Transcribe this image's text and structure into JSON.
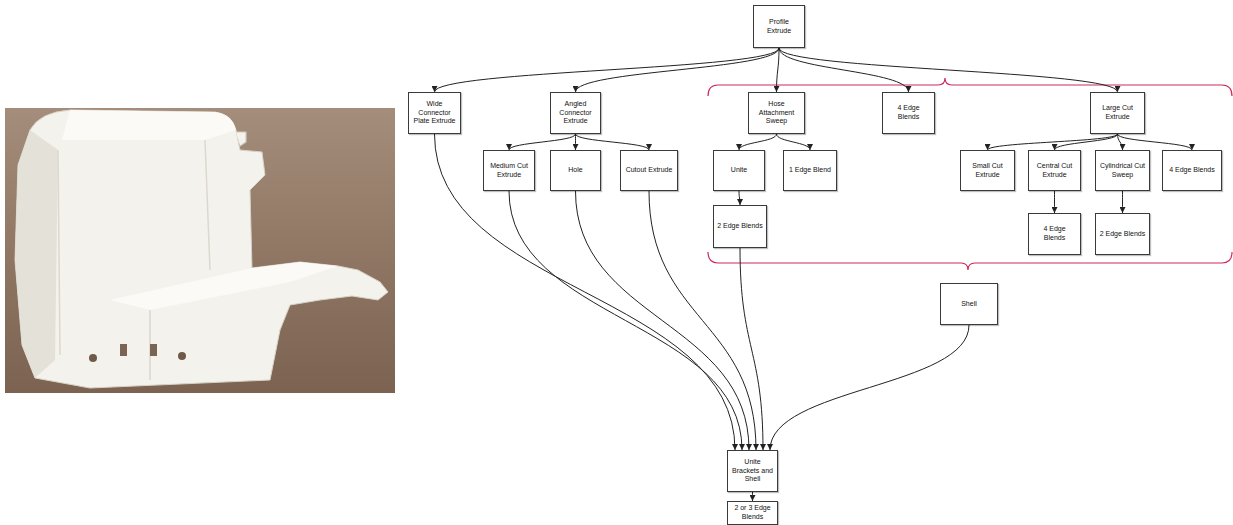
{
  "diagram": {
    "nodes": [
      {
        "text": [
          "Profile Extrude"
        ]
      },
      {
        "text": [
          "Wide Connector Plate Extrude"
        ]
      },
      {
        "text": [
          "Angled Connector Extrude"
        ]
      },
      {
        "text": [
          "Hose Attachment Sweep"
        ]
      },
      {
        "text": [
          "4 Edge Blends"
        ]
      },
      {
        "text": [
          "Large Cut Extrude"
        ]
      },
      {
        "text": [
          "Medium Cut Extrude"
        ]
      },
      {
        "text": [
          "Hole"
        ]
      },
      {
        "text": [
          "Cutout Extrude"
        ]
      },
      {
        "text": [
          "Unite"
        ]
      },
      {
        "text": [
          "1 Edge Blend"
        ]
      },
      {
        "text": [
          "2 Edge Blends"
        ]
      },
      {
        "text": [
          "Small Cut Extrude"
        ]
      },
      {
        "text": [
          "Central Cut Extrude"
        ]
      },
      {
        "text": [
          "Cylindrical Cut Sweep"
        ]
      },
      {
        "text": [
          "4 Edge Blends"
        ]
      },
      {
        "text": [
          "4 Edge Blends"
        ]
      },
      {
        "text": [
          "2 Edge Blends"
        ]
      },
      {
        "text": [
          "Shell"
        ]
      },
      {
        "text": [
          "Unite Brackets and Shell"
        ]
      },
      {
        "text": [
          "2 or 3 Edge Blends"
        ]
      }
    ],
    "edges": [
      {
        "from": 0,
        "to": 1,
        "arrow": "to"
      },
      {
        "from": 0,
        "to": 2,
        "arrow": "to"
      },
      {
        "from": 0,
        "to": 3,
        "arrow": "to"
      },
      {
        "from": 0,
        "to": 4,
        "arrow": "to"
      },
      {
        "from": 0,
        "to": 5,
        "arrow": "to"
      },
      {
        "from": 2,
        "to": 6,
        "arrow": "to"
      },
      {
        "from": 2,
        "to": 7,
        "arrow": "to"
      },
      {
        "from": 2,
        "to": 8,
        "arrow": "to"
      },
      {
        "from": 3,
        "to": 9,
        "arrow": "to"
      },
      {
        "from": 3,
        "to": 10,
        "arrow": "to"
      },
      {
        "from": 9,
        "to": 11,
        "arrow": "to"
      },
      {
        "from": 5,
        "to": 12,
        "arrow": "to"
      },
      {
        "from": 5,
        "to": 13,
        "arrow": "to"
      },
      {
        "from": 5,
        "to": 14,
        "arrow": "to"
      },
      {
        "from": 5,
        "to": 15,
        "arrow": "to"
      },
      {
        "from": 13,
        "to": 16,
        "arrow": "to"
      },
      {
        "from": 14,
        "to": 17,
        "arrow": "to"
      },
      {
        "from": 1,
        "to": 19,
        "arrow": "to"
      },
      {
        "from": 6,
        "to": 19,
        "arrow": "to"
      },
      {
        "from": 7,
        "to": 19,
        "arrow": "to"
      },
      {
        "from": 8,
        "to": 19,
        "arrow": "to"
      },
      {
        "from": 11,
        "to": 19,
        "arrow": "to"
      },
      {
        "from": 18,
        "to": 19,
        "arrow": "to"
      },
      {
        "from": 19,
        "to": 20,
        "arrow": "to"
      }
    ]
  }
}
